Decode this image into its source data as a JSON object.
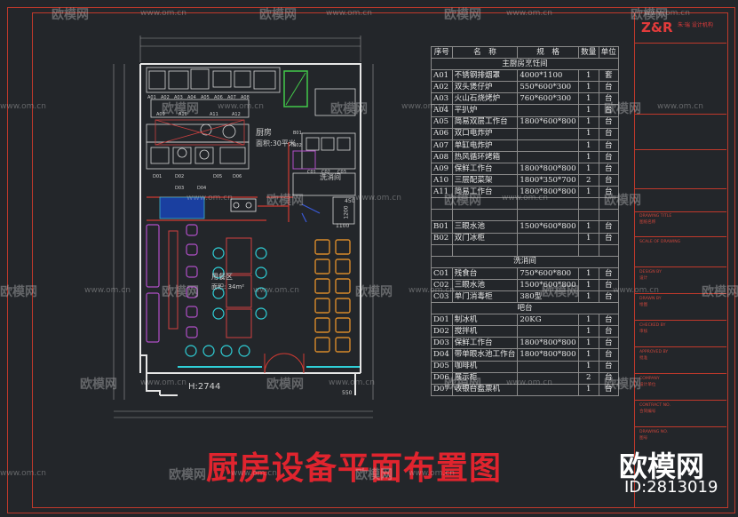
{
  "watermark": {
    "brand": "欧模网",
    "url": "www.om.cn"
  },
  "drawing_title": "厨房设备平面布置图",
  "brand_block": {
    "name": "欧模网",
    "id": "ID:2813019"
  },
  "title_block": {
    "logo": "Z&R",
    "logo_sub": "朱·瑞 设计机构",
    "labels": [
      "DRAWING TITLE",
      "图纸名称",
      "SCALE OF DRAWING",
      "DESIGN BY",
      "设计",
      "DRAWN BY",
      "绘图",
      "CHECKED BY",
      "审核",
      "APPROVED BY",
      "批准",
      "COMPANY",
      "设计单位",
      "CONTRACT NO.",
      "合同编号",
      "DRAWING NO.",
      "图号"
    ]
  },
  "plan": {
    "kitchen_label": "厨房",
    "kitchen_area": "面积:30平米",
    "dish_label": "洗消间",
    "dining_label": "用餐区",
    "dining_area": "面积: 34m²",
    "height_label": "H:2744",
    "dims": [
      "1200",
      "450",
      "1100",
      "550"
    ],
    "equipment_tags": [
      "A01",
      "A02",
      "A03",
      "A04",
      "A05",
      "A06",
      "A07",
      "A08",
      "A09",
      "A10",
      "A11",
      "A12",
      "B01",
      "B02",
      "C01",
      "C02",
      "C03",
      "D01",
      "D02",
      "D03",
      "D04",
      "D05",
      "D06"
    ]
  },
  "equipment_table": {
    "headers": [
      "序号",
      "名　称",
      "规　格",
      "数量",
      "单位"
    ],
    "rows": [
      {
        "type": "section",
        "name": "主厨房烹饪间"
      },
      {
        "no": "A01",
        "name": "不锈钢排烟罩",
        "spec": "4000*1100",
        "qty": "1",
        "unit": "套"
      },
      {
        "no": "A02",
        "name": "双头煲仔炉",
        "spec": "550*600*300",
        "qty": "1",
        "unit": "台"
      },
      {
        "no": "A03",
        "name": "火山石烧烤炉",
        "spec": "760*600*300",
        "qty": "1",
        "unit": "台"
      },
      {
        "no": "A04",
        "name": "平扒炉",
        "spec": "",
        "qty": "1",
        "unit": "台"
      },
      {
        "no": "A05",
        "name": "简易双层工作台",
        "spec": "1800*600*800",
        "qty": "1",
        "unit": "台"
      },
      {
        "no": "A06",
        "name": "双口电炸炉",
        "spec": "",
        "qty": "1",
        "unit": "台"
      },
      {
        "no": "A07",
        "name": "单缸电炸炉",
        "spec": "",
        "qty": "1",
        "unit": "台"
      },
      {
        "no": "A08",
        "name": "热风循环烤箱",
        "spec": "",
        "qty": "1",
        "unit": "台"
      },
      {
        "no": "A09",
        "name": "保鲜工作台",
        "spec": "1800*800*800",
        "qty": "1",
        "unit": "台"
      },
      {
        "no": "A10",
        "name": "三层配菜架",
        "spec": "1800*350*700",
        "qty": "2",
        "unit": "台"
      },
      {
        "no": "A11",
        "name": "简易工作台",
        "spec": "1800*800*800",
        "qty": "1",
        "unit": "台"
      },
      {
        "type": "blank"
      },
      {
        "type": "blank"
      },
      {
        "no": "B01",
        "name": "三眼水池",
        "spec": "1500*600*800",
        "qty": "1",
        "unit": "台"
      },
      {
        "no": "B02",
        "name": "双门冰柜",
        "spec": "",
        "qty": "1",
        "unit": "台"
      },
      {
        "type": "blank"
      },
      {
        "type": "section",
        "name": "洗消间"
      },
      {
        "no": "C01",
        "name": "残食台",
        "spec": "750*600*800",
        "qty": "1",
        "unit": "台"
      },
      {
        "no": "C02",
        "name": "三眼水池",
        "spec": "1500*600*800",
        "qty": "1",
        "unit": "台"
      },
      {
        "no": "C03",
        "name": "单门消毒柜",
        "spec": "380型",
        "qty": "1",
        "unit": "台"
      },
      {
        "type": "section",
        "name": "吧台"
      },
      {
        "no": "D01",
        "name": "制冰机",
        "spec": "20KG",
        "qty": "1",
        "unit": "台"
      },
      {
        "no": "D02",
        "name": "搅拌机",
        "spec": "",
        "qty": "1",
        "unit": "台"
      },
      {
        "no": "D03",
        "name": "保鲜工作台",
        "spec": "1800*800*800",
        "qty": "1",
        "unit": "台"
      },
      {
        "no": "D04",
        "name": "带单眼水池工作台",
        "spec": "1800*800*800",
        "qty": "1",
        "unit": "台"
      },
      {
        "no": "D05",
        "name": "咖啡机",
        "spec": "",
        "qty": "1",
        "unit": "台"
      },
      {
        "no": "D06",
        "name": "展示柜",
        "spec": "",
        "qty": "2",
        "unit": "台"
      },
      {
        "no": "D07",
        "name": "收银台盘票机",
        "spec": "",
        "qty": "1",
        "unit": "台"
      }
    ]
  },
  "colors": {
    "background": "#23262a",
    "frame_red": "#c0392b",
    "title_red": "#e0242e",
    "wall_white": "#e6e6e6",
    "furniture_purple": "#b04fc8",
    "table_orange": "#d88a2a",
    "window_cyan": "#2fd0d8",
    "equipment_cyan": "#3fb6c9",
    "door_blue": "#3a5ad8",
    "stair_green": "#43c94a"
  }
}
